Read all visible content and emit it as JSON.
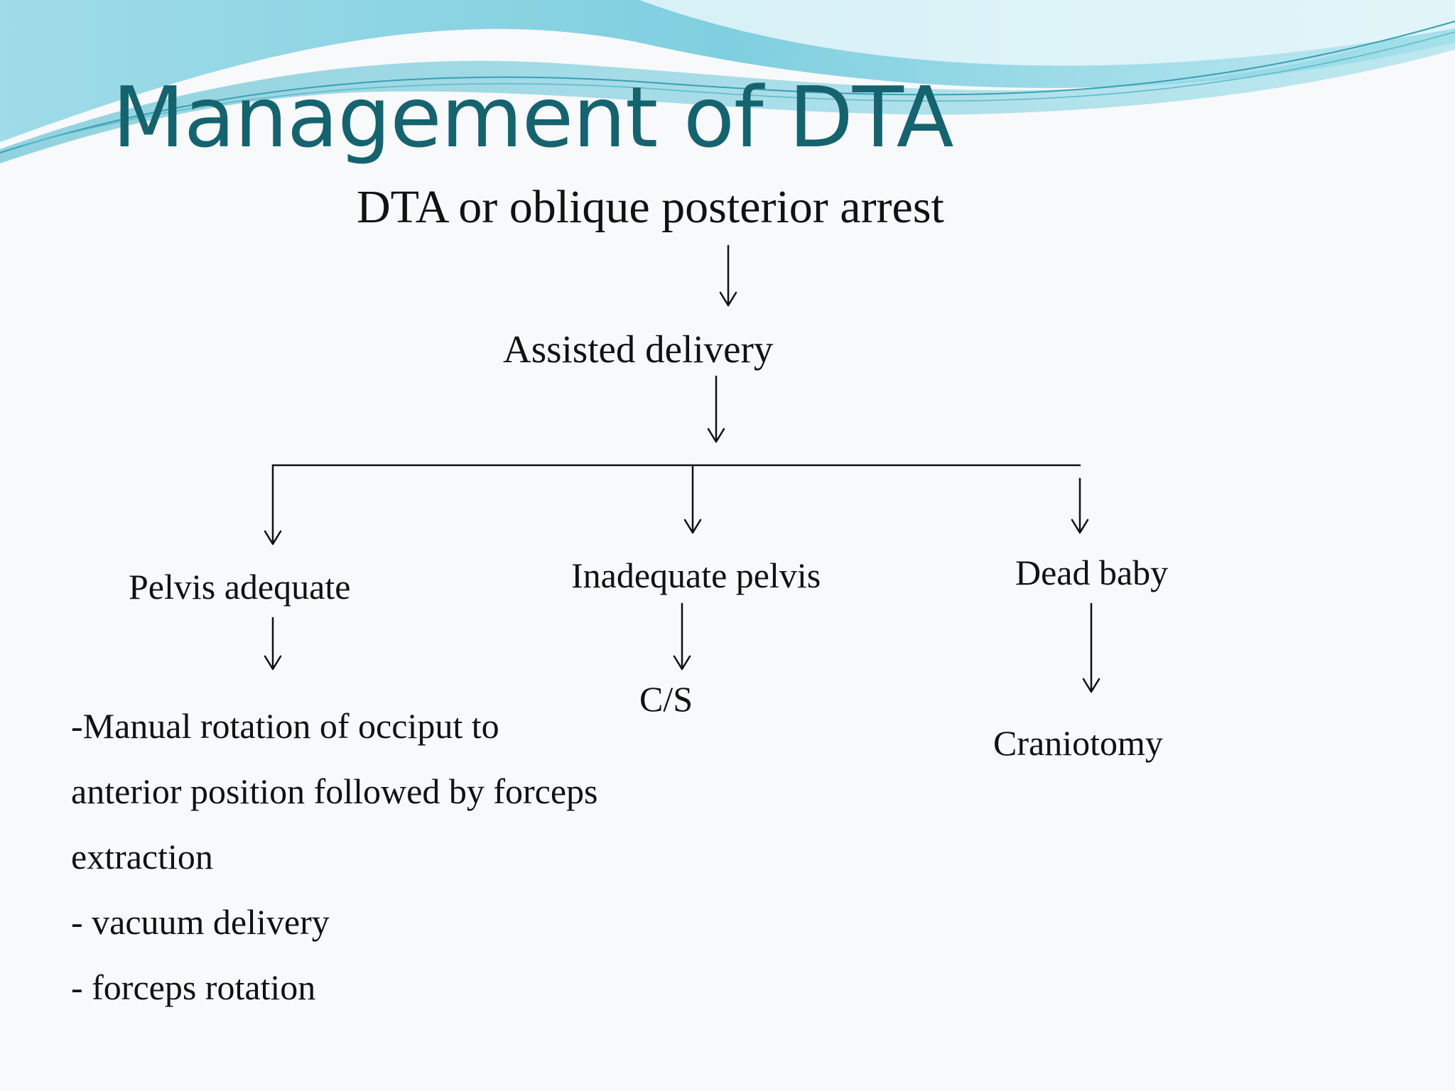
{
  "slide": {
    "title": "Management of DTA",
    "theme_colors": {
      "title": "#15636f",
      "wave_light": "#b9e6ef",
      "wave_mid": "#7fcfe0",
      "wave_dark": "#3fb3c9",
      "text": "#111111",
      "background": "#f7f9fb"
    }
  },
  "flowchart": {
    "root": "DTA or oblique posterior arrest",
    "step": "Assisted delivery",
    "branches": [
      {
        "condition": "Pelvis adequate",
        "options": [
          "-Manual rotation of occiput to",
          "anterior position followed by forceps",
          "extraction",
          "- vacuum delivery",
          "- forceps rotation"
        ]
      },
      {
        "condition": "Inadequate pelvis",
        "outcome": "C/S"
      },
      {
        "condition": "Dead baby",
        "outcome": "Craniotomy"
      }
    ]
  }
}
